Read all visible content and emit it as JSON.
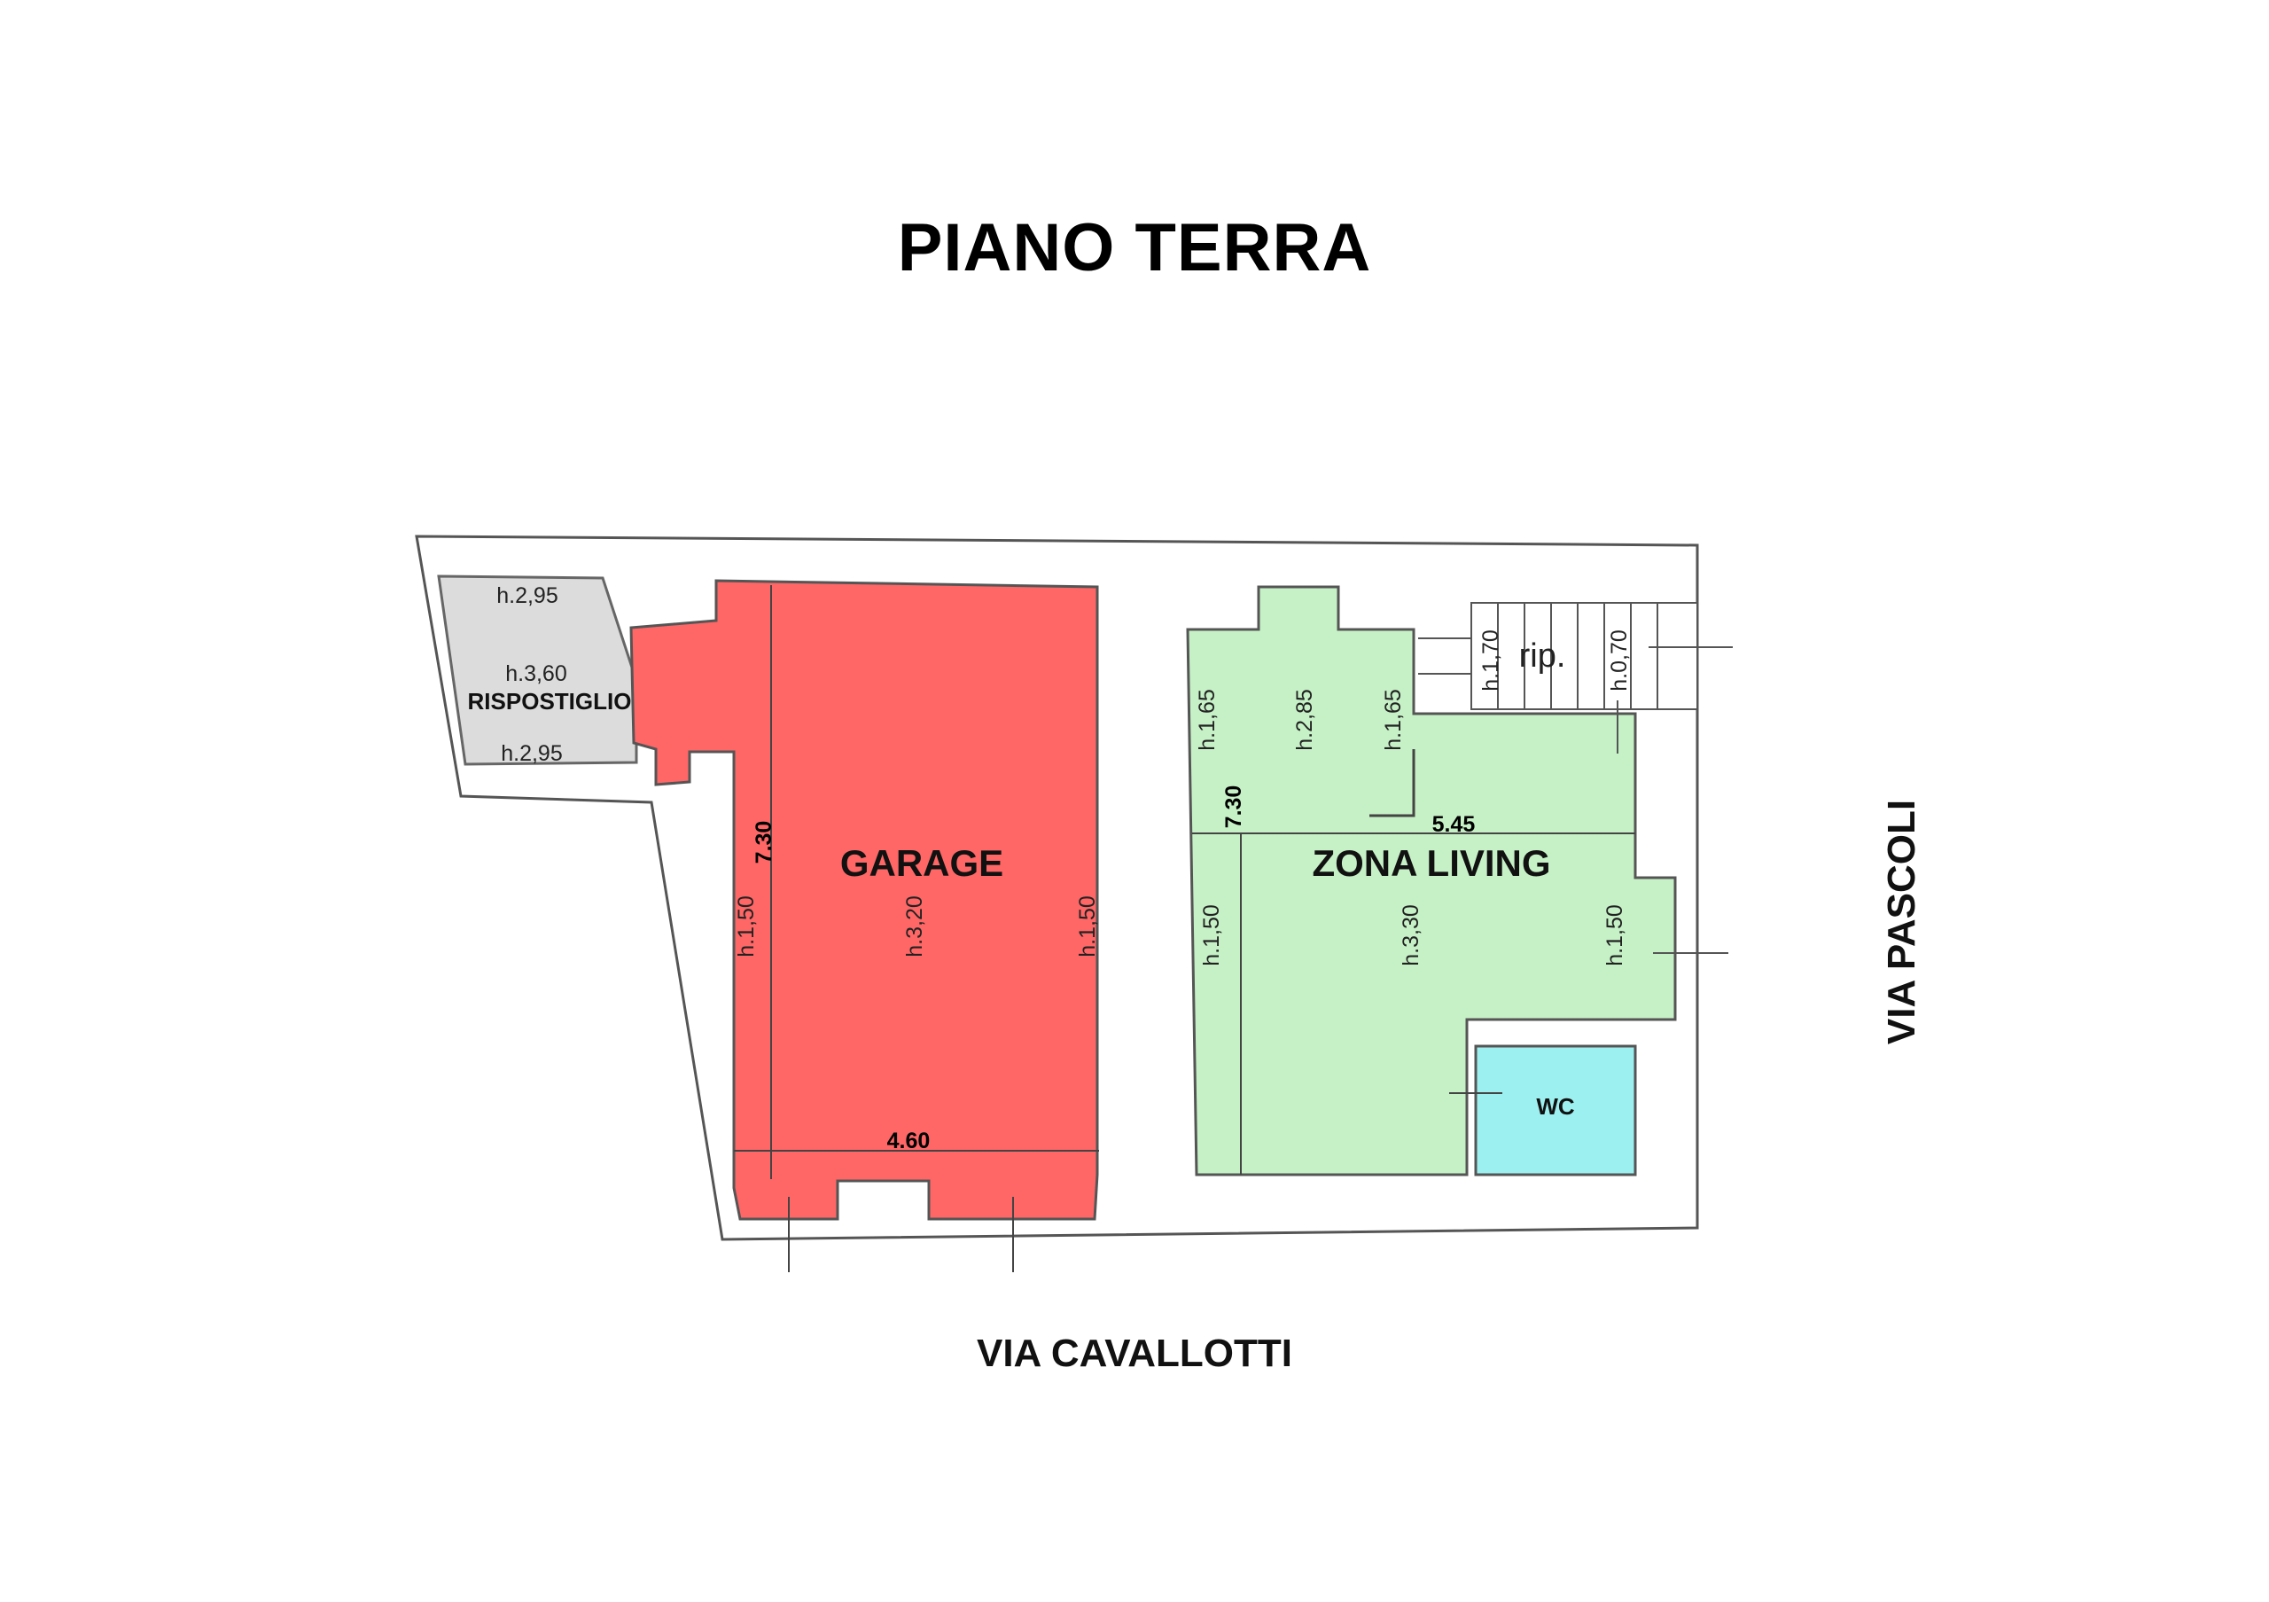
{
  "title": "PIANO TERRA",
  "streets": {
    "bottom": "VIA CAVALLOTTI",
    "right": "VIA PASCOLI"
  },
  "rooms": {
    "garage": {
      "name": "GARAGE",
      "color": "#ff6666",
      "heights": [
        "h.1,50",
        "h.3,20",
        "h.1,50"
      ],
      "dim_depth": "7.30",
      "dim_width": "4.60"
    },
    "ripostiglio": {
      "name": "RISPOSTIGLIO",
      "color": "#dcdcdc",
      "heights": [
        "h.2,95",
        "h.3,60",
        "h.2,95"
      ]
    },
    "living": {
      "name": "ZONA LIVING",
      "color": "#c6f1c6",
      "heights_top": [
        "h.1,65",
        "h.2,85",
        "h.1,65"
      ],
      "heights_main": [
        "h.1,50",
        "h.3,30",
        "h.1,50"
      ],
      "dim_depth": "7.30",
      "dim_width": "5.45"
    },
    "wc": {
      "name": "WC",
      "color": "#9df0f0"
    },
    "stair": {
      "name": "rip.",
      "heights": [
        "h.1,70",
        "h.0,70"
      ]
    }
  }
}
